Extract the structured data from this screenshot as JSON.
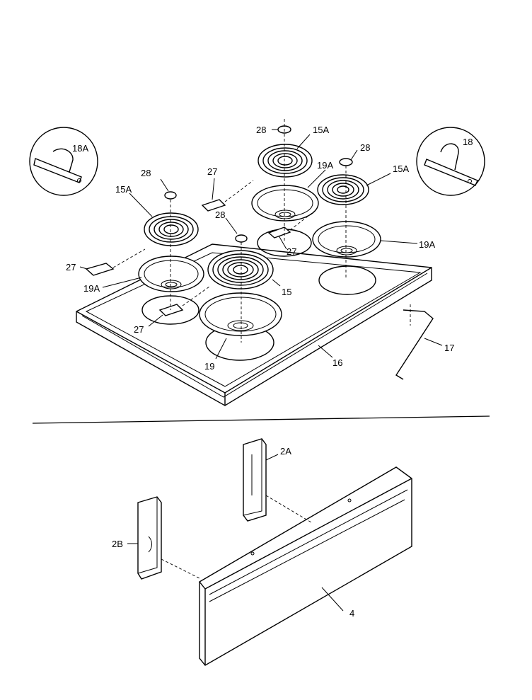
{
  "callouts": {
    "c_28_top": "28",
    "c_15a_top": "15A",
    "c_18a": "18A",
    "c_18": "18",
    "c_28_right": "28",
    "c_28_left": "28",
    "c_27_topleft": "27",
    "c_19a_top": "19A",
    "c_15a_right": "15A",
    "c_15a_left": "15A",
    "c_28_mid": "28",
    "c_27_mid": "27",
    "c_19a_right": "19A",
    "c_27_left": "27",
    "c_19a_left": "19A",
    "c_15": "15",
    "c_27_bottom": "27",
    "c_17": "17",
    "c_16": "16",
    "c_19": "19",
    "c_2a": "2A",
    "c_2b": "2B",
    "c_4": "4"
  }
}
